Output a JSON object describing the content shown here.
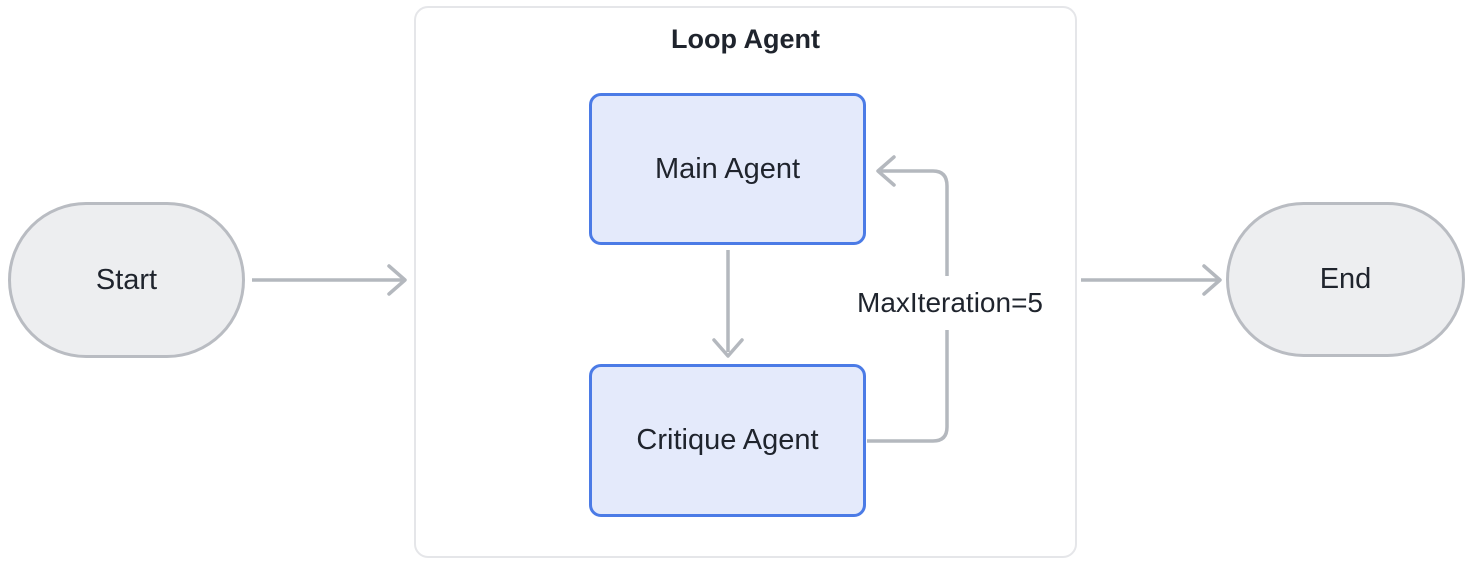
{
  "diagram": {
    "container": {
      "title": "Loop Agent"
    },
    "nodes": {
      "start": {
        "label": "Start"
      },
      "main_agent": {
        "label": "Main Agent"
      },
      "critique_agent": {
        "label": "Critique Agent"
      },
      "end": {
        "label": "End"
      }
    },
    "edges": {
      "loop_label": "MaxIteration=5"
    },
    "colors": {
      "node_border_blue": "#4b7be6",
      "node_fill_blue": "#e4eafb",
      "terminal_border": "#b9bcc2",
      "terminal_fill": "#edeef0",
      "container_border": "#e5e6e9",
      "arrow": "#b4b8be",
      "text": "#1f242d",
      "background": "#ffffff"
    }
  }
}
